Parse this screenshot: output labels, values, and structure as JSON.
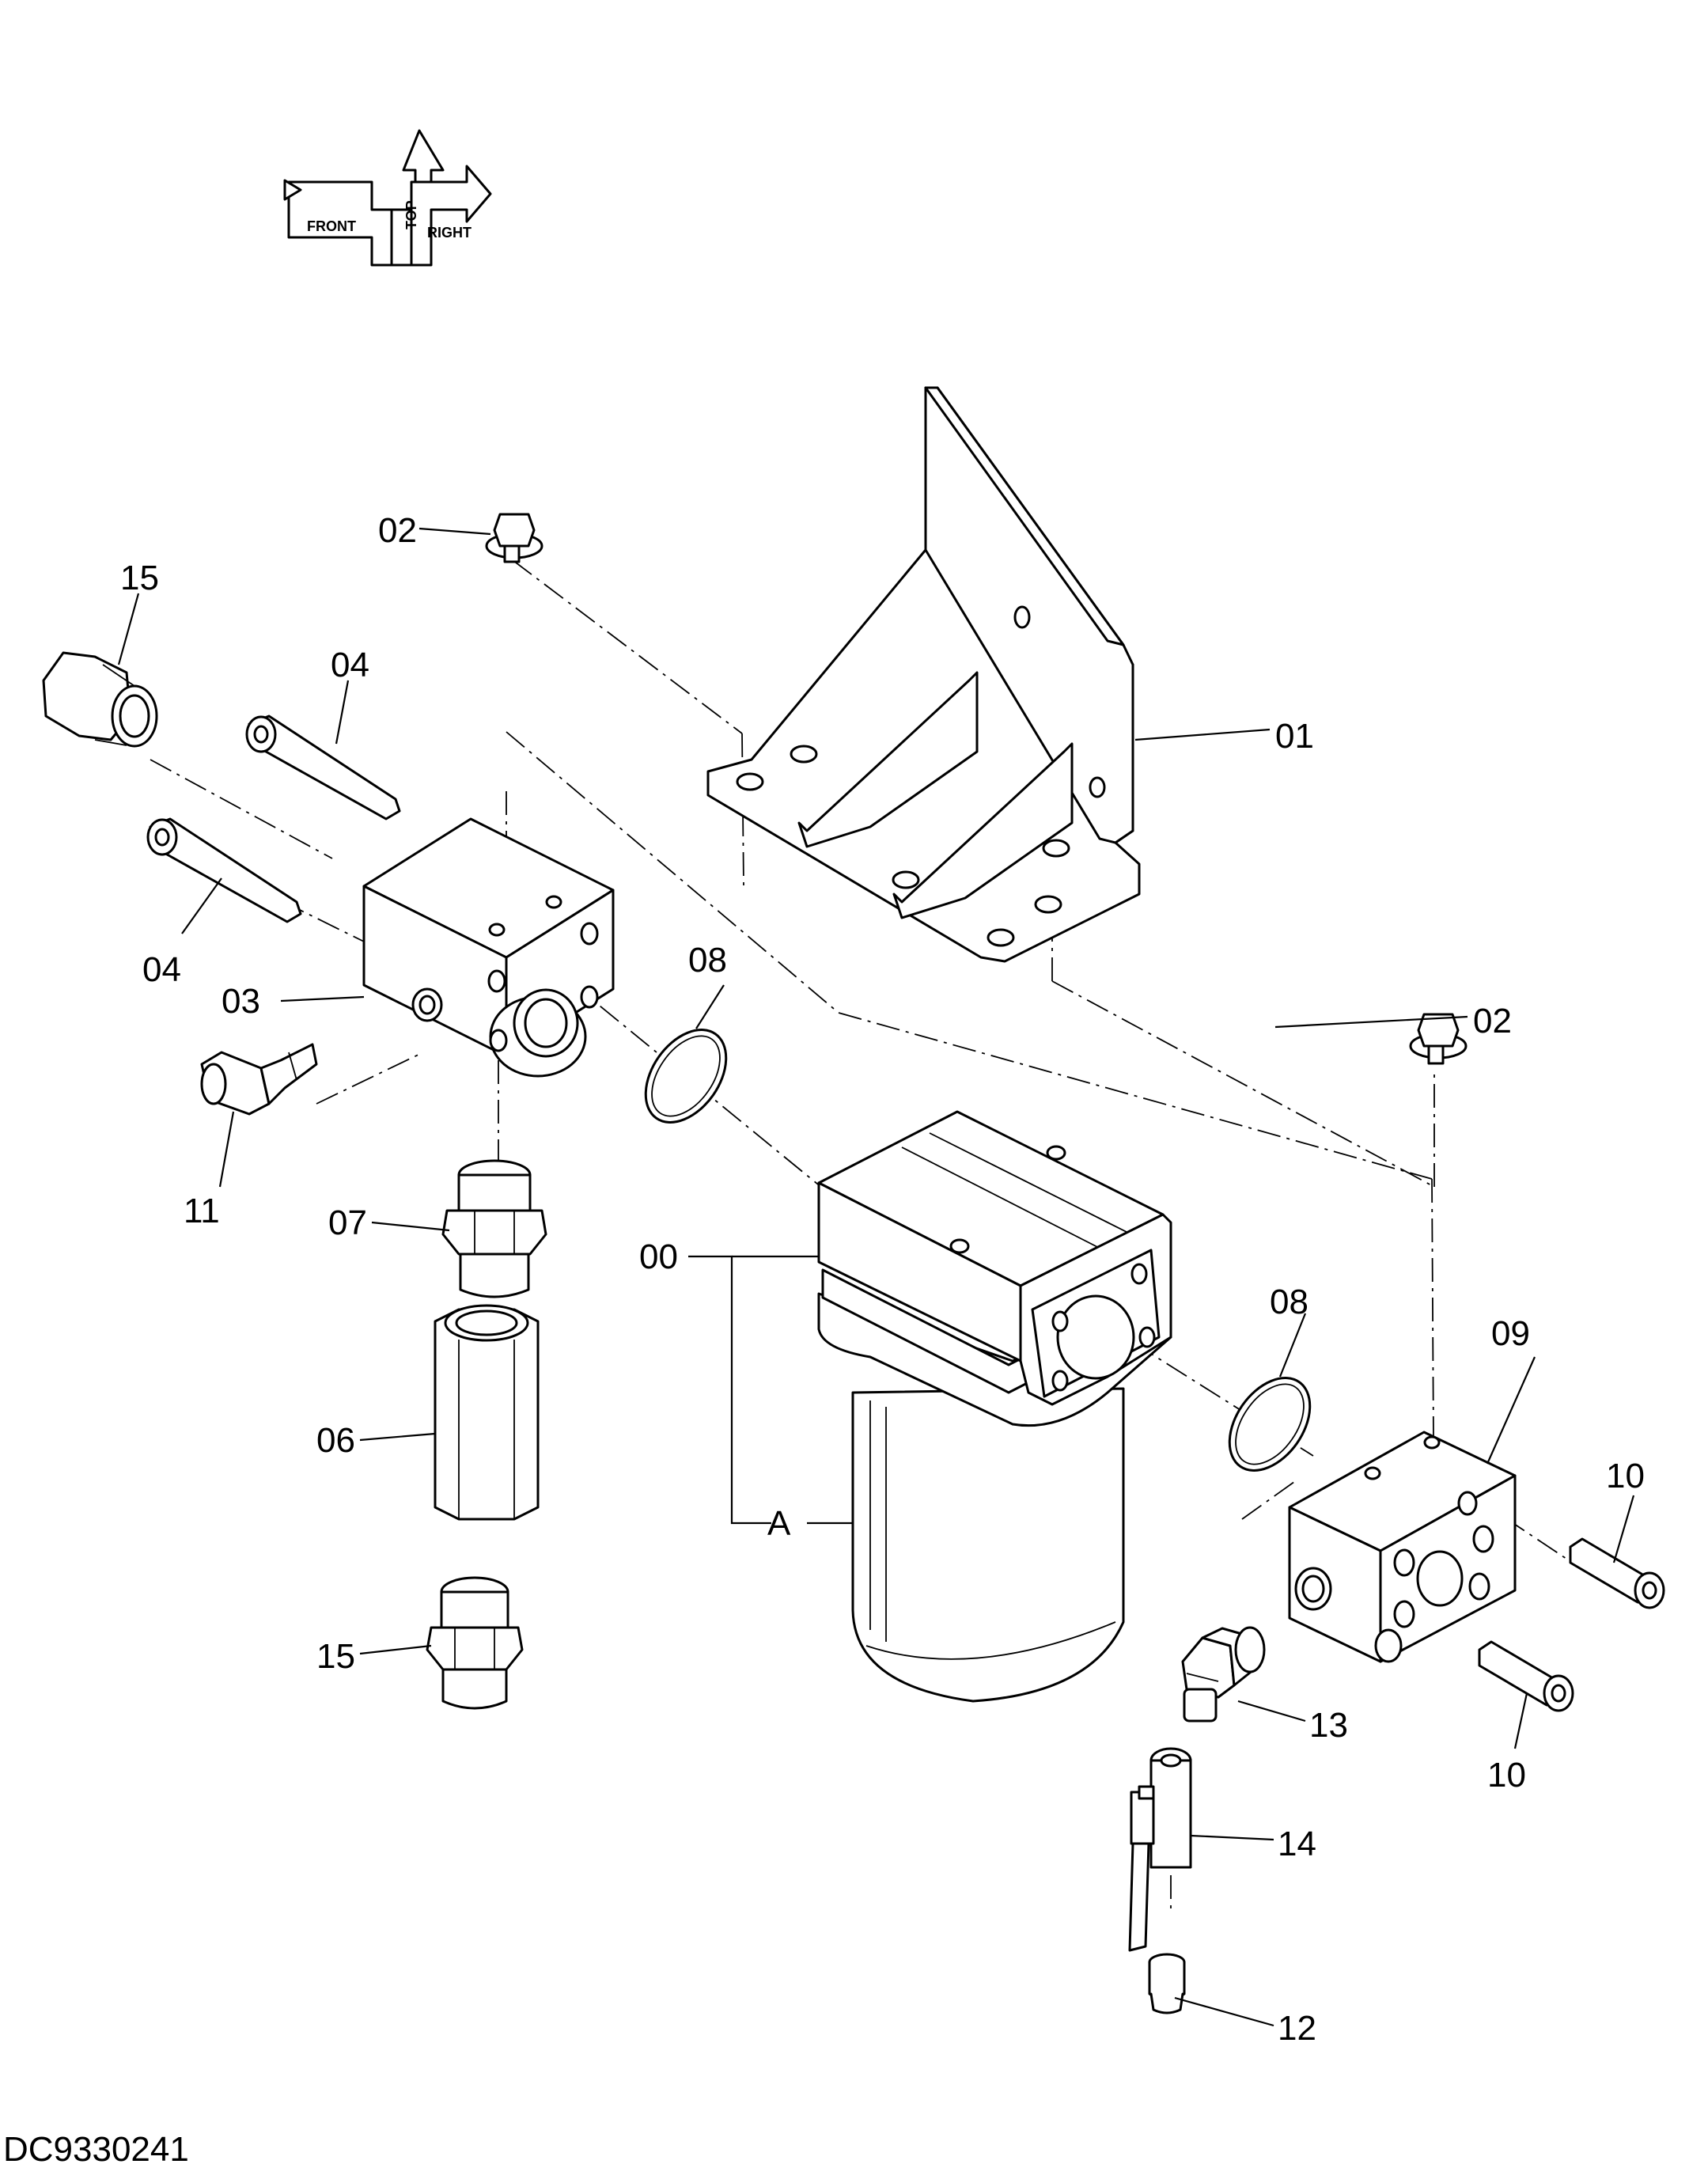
{
  "orientation": {
    "front": "FRONT",
    "top": "TOP",
    "right": "RIGHT"
  },
  "callouts": {
    "c00": "00",
    "c01": "01",
    "c02a": "02",
    "c02b": "02",
    "c03": "03",
    "c04a": "04",
    "c04b": "04",
    "c06": "06",
    "c07": "07",
    "c08a": "08",
    "c08b": "08",
    "c09": "09",
    "c10a": "10",
    "c10b": "10",
    "c11": "11",
    "c12": "12",
    "c13": "13",
    "c14": "14",
    "c15a": "15",
    "c15b": "15",
    "cA": "A"
  },
  "drawing_id": "DC9330241"
}
